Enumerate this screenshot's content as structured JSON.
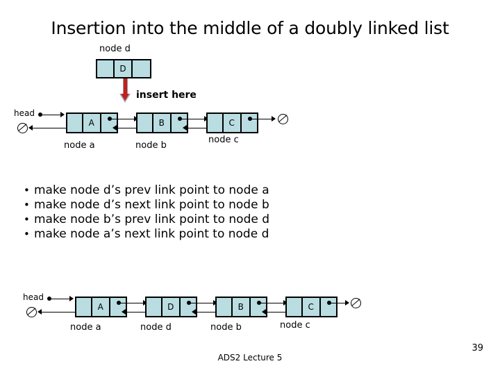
{
  "slide": {
    "title": "Insertion into the middle of a doubly linked list",
    "footer_text": "ADS2 Lecture 5",
    "page_number": "39",
    "colors": {
      "node_fill": "#b9dde1",
      "node_border": "#000000",
      "arrow_red": "#c02020",
      "arrow_red_shadow": "#a8a8a8",
      "text": "#000000",
      "background": "#ffffff"
    }
  },
  "new_node": {
    "label": "node d",
    "data": "D",
    "insert_caption": "insert here",
    "arrow_icon": "down-arrow-icon"
  },
  "diagram_top": {
    "head_label": "head",
    "null_icon": "null-slash-icon",
    "nodes": [
      {
        "data": "A",
        "label": "node a"
      },
      {
        "data": "B",
        "label": "node b"
      },
      {
        "data": "C",
        "label": "node c"
      }
    ]
  },
  "steps": [
    {
      "mark": "•",
      "text": "make node d’s prev link point to node a"
    },
    {
      "mark": "•",
      "text": "make node d’s next link point to node b"
    },
    {
      "mark": "•",
      "text": "make node b’s prev link point to node d"
    },
    {
      "mark": "•",
      "text": "make node a’s next link point to node d"
    }
  ],
  "diagram_bottom": {
    "head_label": "head",
    "null_icon": "null-slash-icon",
    "nodes": [
      {
        "data": "A",
        "label": "node a"
      },
      {
        "data": "D",
        "label": "node d"
      },
      {
        "data": "B",
        "label": "node b"
      },
      {
        "data": "C",
        "label": "node c"
      }
    ]
  }
}
